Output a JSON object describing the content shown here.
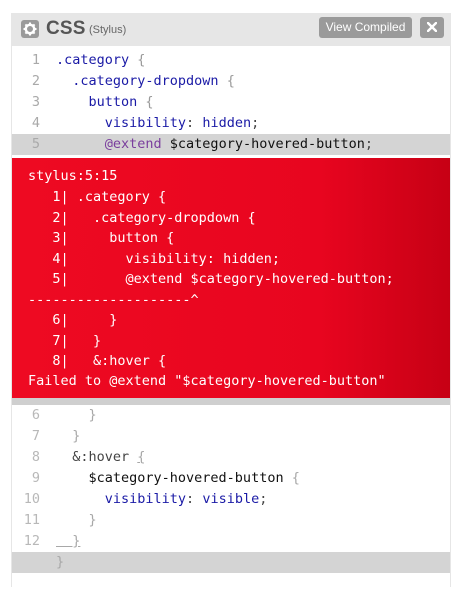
{
  "header": {
    "title": "CSS",
    "subtitle": "(Stylus)",
    "view_compiled_label": "View Compiled",
    "gear_icon": "gear-icon",
    "close_icon": "close-icon"
  },
  "code_top": [
    {
      "n": "1",
      "parts": [
        [
          "sel",
          ".category "
        ],
        [
          "br",
          "{"
        ]
      ]
    },
    {
      "n": "2",
      "parts": [
        [
          "sel",
          "  .category-dropdown "
        ],
        [
          "br",
          "{"
        ]
      ]
    },
    {
      "n": "3",
      "parts": [
        [
          "sel",
          "    button "
        ],
        [
          "br",
          "{"
        ]
      ]
    },
    {
      "n": "4",
      "parts": [
        [
          "prop",
          "      visibility"
        ],
        [
          "punc",
          ": "
        ],
        [
          "prop",
          "hidden"
        ],
        [
          "punc",
          ";"
        ]
      ]
    },
    {
      "n": "5",
      "parts": [
        [
          "kw",
          "      @extend "
        ],
        [
          "var",
          "$category-hovered-button"
        ],
        [
          "punc",
          ";"
        ]
      ]
    }
  ],
  "error": {
    "location": "stylus:5:15",
    "context_lines": [
      "   1| .category {",
      "   2|   .category-dropdown {",
      "   3|     button {",
      "   4|       visibility: hidden;",
      "   5|       @extend $category-hovered-button;",
      "--------------------^",
      "   6|     }",
      "   7|   }",
      "   8|   &:hover {"
    ],
    "message": "Failed to @extend \"$category-hovered-button\""
  },
  "code_bottom": [
    {
      "n": "6",
      "parts": [
        [
          "br",
          "    }"
        ]
      ]
    },
    {
      "n": "7",
      "parts": [
        [
          "br",
          "  }"
        ]
      ]
    },
    {
      "n": "8",
      "parts": [
        [
          "punc",
          "  &:hover "
        ],
        [
          "br",
          "{"
        ]
      ]
    },
    {
      "n": "9",
      "parts": [
        [
          "var",
          "    $category-hovered-button "
        ],
        [
          "br",
          "{"
        ]
      ]
    },
    {
      "n": "10",
      "parts": [
        [
          "prop",
          "      visibility"
        ],
        [
          "punc",
          ": "
        ],
        [
          "prop",
          "visible"
        ],
        [
          "punc",
          ";"
        ]
      ]
    },
    {
      "n": "11",
      "parts": [
        [
          "br",
          "    }"
        ]
      ]
    },
    {
      "n": "12",
      "parts": [
        [
          "br",
          "  }"
        ]
      ]
    },
    {
      "n": "",
      "parts": [
        [
          "br",
          "}"
        ]
      ]
    }
  ],
  "colors": {
    "error_bg": "#ee0a22",
    "header_bg": "#e6e6e6",
    "highlight": "#d4d4d4"
  }
}
